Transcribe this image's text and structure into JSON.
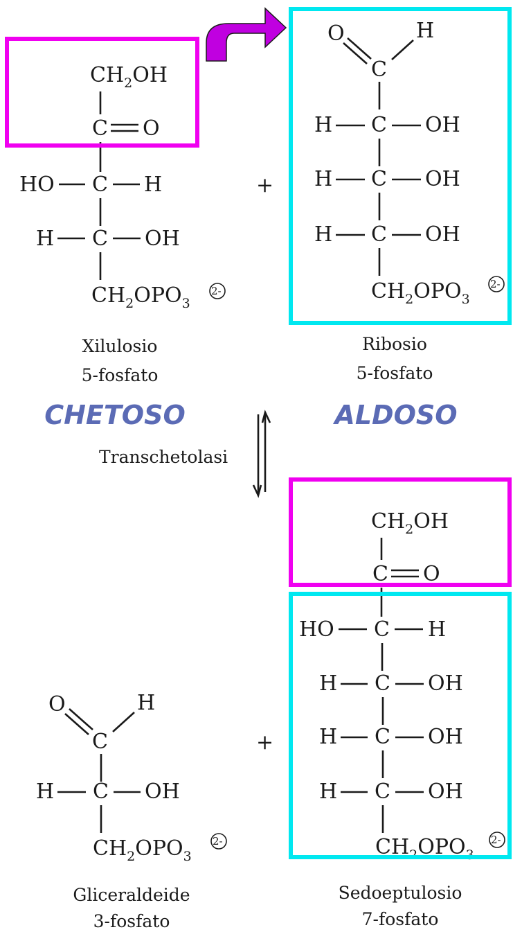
{
  "colors": {
    "ketose_box": "#f000f0",
    "aldose_box": "#00e8f0",
    "arrow_fill": "#c000e0",
    "caption_blue": "#5b6bb5",
    "ink": "#1a1a1a"
  },
  "labels": {
    "xylulose_line1": "Xilulosio",
    "xylulose_line2": "5-fosfato",
    "ribose_line1": "Ribosio",
    "ribose_line2": "5-fosfato",
    "glyceraldehyde_line1": "Gliceraldeide",
    "glyceraldehyde_line2": "3-fosfato",
    "sedoheptulose_line1": "Sedoeptulosio",
    "sedoheptulose_line2": "7-fosfato",
    "ketose": "CHETOSO",
    "aldose": "ALDOSO",
    "enzyme": "Transchetolasi",
    "plus_top": "+",
    "plus_bottom": "+"
  },
  "atoms": {
    "C": "C",
    "H": "H",
    "O": "O",
    "OH": "OH",
    "HO": "HO",
    "CH": "CH",
    "two": "2",
    "three": "3",
    "OPO": "OPO",
    "charge": "2-"
  }
}
